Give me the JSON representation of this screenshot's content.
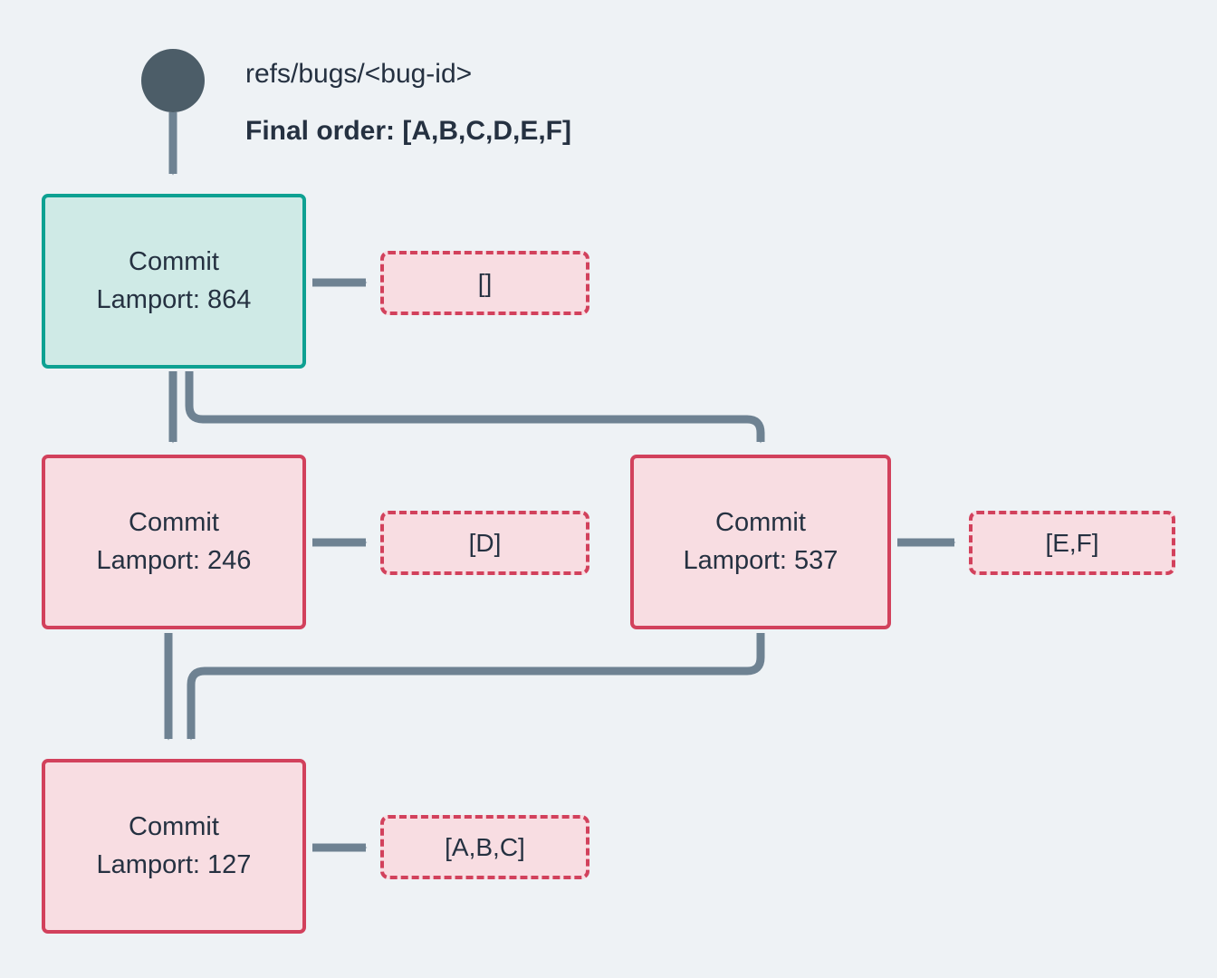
{
  "diagram": {
    "type": "flowchart",
    "background_color": "#eef2f5",
    "title_ref": "refs/bugs/<bug-id>",
    "final_order_label": "Final order: [A,B,C,D,E,F]",
    "edge_color": "#6e8292",
    "root_dot_color": "#4c5d68",
    "colors": {
      "head_node_border": "#0ea192",
      "head_node_fill": "#cfeae6",
      "commit_border": "#d2415c",
      "commit_fill": "#f8dde2",
      "text": "#253141"
    },
    "nodes": [
      {
        "id": "head",
        "kind": "ref-dot",
        "label": ""
      },
      {
        "id": "c864",
        "kind": "commit",
        "line1": "Commit",
        "line2": "Lamport: 864",
        "lamport": 864,
        "highlight": true
      },
      {
        "id": "c246",
        "kind": "commit",
        "line1": "Commit",
        "line2": "Lamport: 246",
        "lamport": 246,
        "highlight": false
      },
      {
        "id": "c537",
        "kind": "commit",
        "line1": "Commit",
        "line2": "Lamport: 537",
        "lamport": 537,
        "highlight": false
      },
      {
        "id": "c127",
        "kind": "commit",
        "line1": "Commit",
        "line2": "Lamport: 127",
        "lamport": 127,
        "highlight": false
      }
    ],
    "payloads": [
      {
        "id": "p864",
        "label": "[]",
        "for": "c864"
      },
      {
        "id": "p246",
        "label": "[D]",
        "for": "c246"
      },
      {
        "id": "p537",
        "label": "[E,F]",
        "for": "c537"
      },
      {
        "id": "p127",
        "label": "[A,B,C]",
        "for": "c127"
      }
    ],
    "edges": [
      {
        "from": "head",
        "to": "c864"
      },
      {
        "from": "c864",
        "to": "c246"
      },
      {
        "from": "c864",
        "to": "c537"
      },
      {
        "from": "c246",
        "to": "c127"
      },
      {
        "from": "c537",
        "to": "c127"
      },
      {
        "from": "c864",
        "to": "p864"
      },
      {
        "from": "c246",
        "to": "p246"
      },
      {
        "from": "c537",
        "to": "p537"
      },
      {
        "from": "c127",
        "to": "p127"
      }
    ]
  }
}
